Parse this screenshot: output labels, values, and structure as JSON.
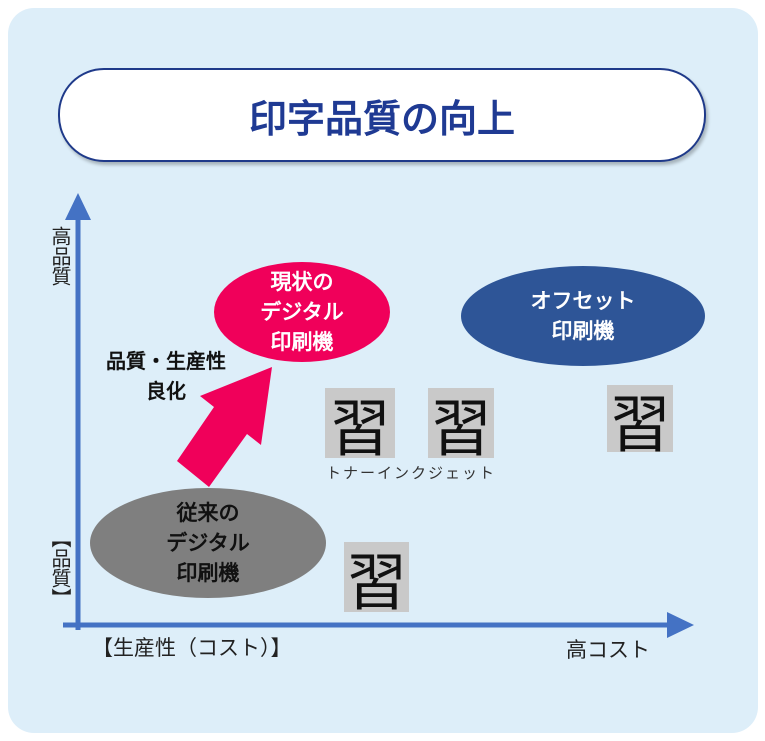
{
  "title": "印字品質の向上",
  "axes": {
    "y_top_label": "高品質",
    "y_label": "【品質】",
    "x_label": "【生産性（コスト）】",
    "x_right_label": "高コスト"
  },
  "bubbles": {
    "current": "現状の\nデジタル\n印刷機",
    "offset": "オフセット\n印刷機",
    "legacy": "従来の\nデジタル\n印刷機"
  },
  "improvement_label": "品質・生産性\n良化",
  "samples": {
    "glyph": "習",
    "caption": "トナーインクジェット"
  },
  "colors": {
    "current": "#f0005a",
    "offset": "#2e5597",
    "legacy": "#7f7f7f",
    "axis": "#4472c4",
    "title": "#1f3a93"
  }
}
